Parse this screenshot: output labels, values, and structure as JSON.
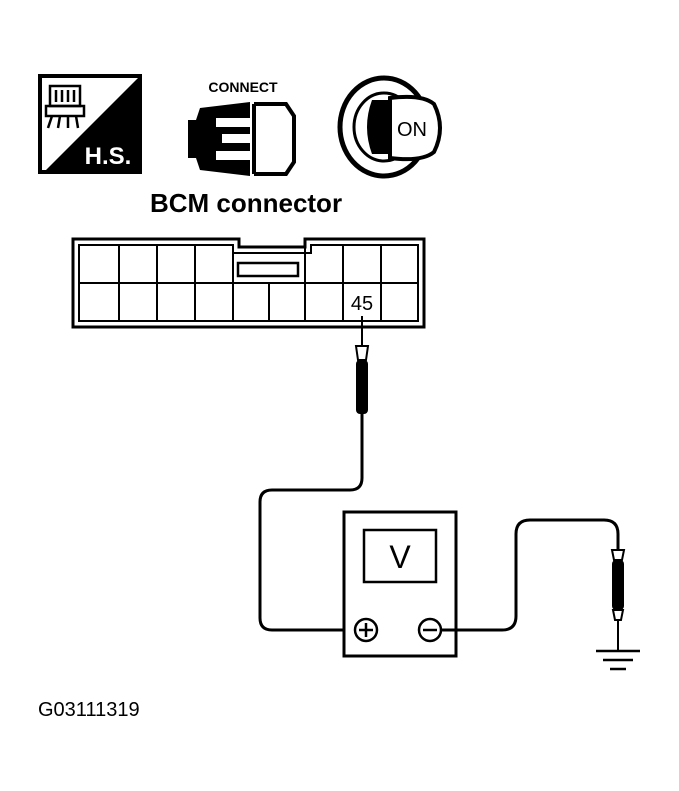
{
  "icons": {
    "harness_service": {
      "label": "H.S."
    },
    "connect": {
      "label": "CONNECT"
    },
    "ignition": {
      "label": "ON"
    }
  },
  "connector": {
    "title": "BCM connector",
    "terminal": "45"
  },
  "voltmeter": {
    "display": "V",
    "positive_symbol": "+",
    "negative_symbol": "−"
  },
  "figure_id": "G03111319"
}
